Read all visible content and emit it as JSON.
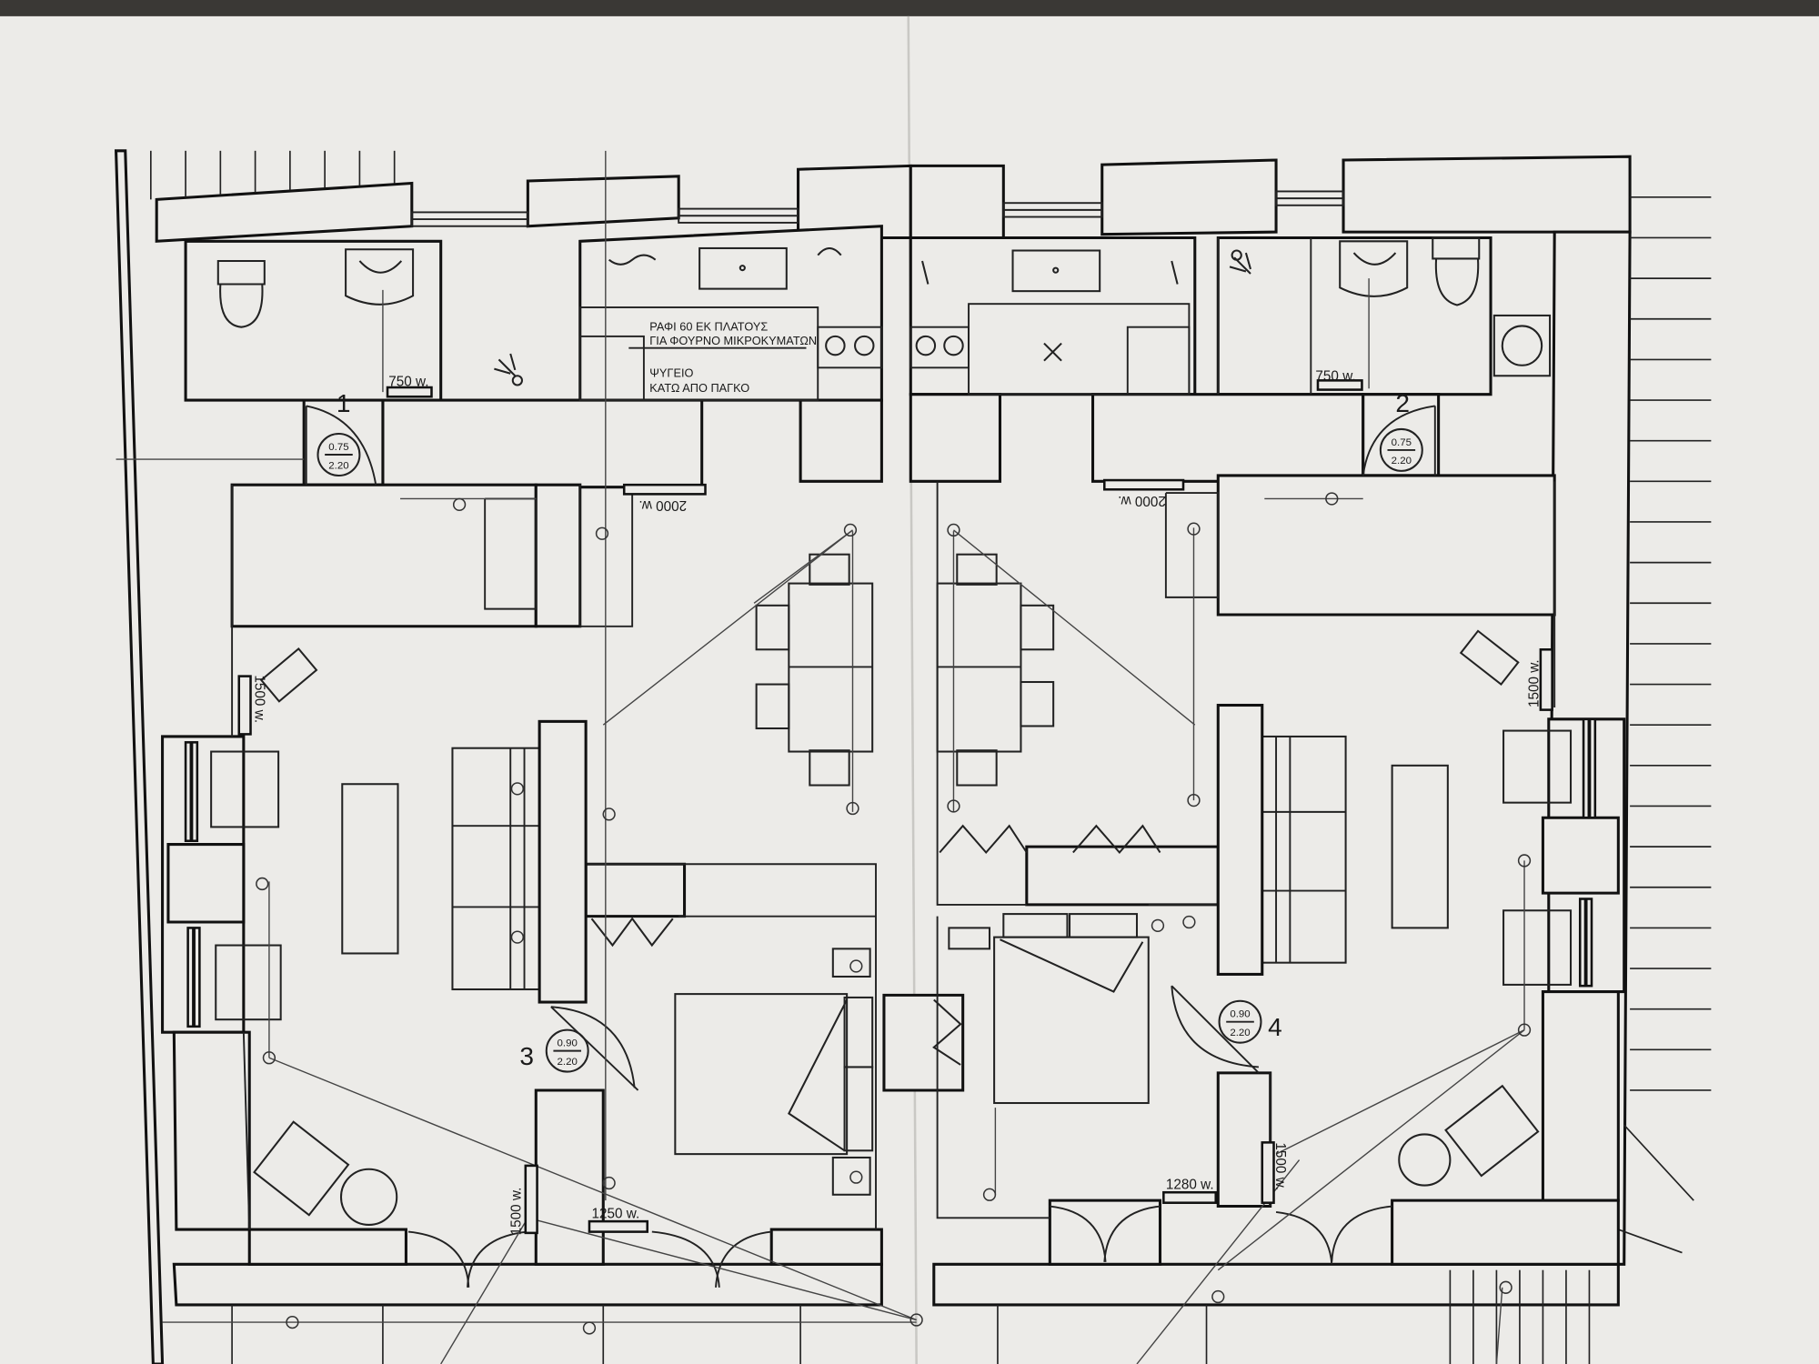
{
  "units": [
    {
      "number": "1",
      "door_width": "0.75",
      "door_height": "2.20"
    },
    {
      "number": "2",
      "door_width": "0.75",
      "door_height": "2.20"
    },
    {
      "number": "3",
      "door_width": "0.90",
      "door_height": "2.20"
    },
    {
      "number": "4",
      "door_width": "0.90",
      "door_height": "2.20"
    }
  ],
  "heaters": [
    {
      "label": "750 w."
    },
    {
      "label": "750 w."
    },
    {
      "label": "2000 w."
    },
    {
      "label": "2000 w."
    },
    {
      "label": "1500 w."
    },
    {
      "label": "1500 w."
    },
    {
      "label": "1500 w."
    },
    {
      "label": "1250 w."
    },
    {
      "label": "1280 w."
    },
    {
      "label": "1500 w."
    }
  ],
  "notes": {
    "shelf_line1": "ΡΑΦΙ 60 ΕΚ ΠΛΑΤΟΥΣ",
    "shelf_line2": "ΓΙΑ ΦΟΥΡΝΟ ΜΙΚΡΟΚΥΜΑΤΩΝ",
    "fridge_line1": "ΨΥΓΕΙΟ",
    "fridge_line2": "ΚΑΤΩ ΑΠΟ ΠΑΓΚΟ"
  },
  "colors": {
    "paper": "#ecebe8",
    "ink": "#111111",
    "table_surface": "#3a3835"
  }
}
